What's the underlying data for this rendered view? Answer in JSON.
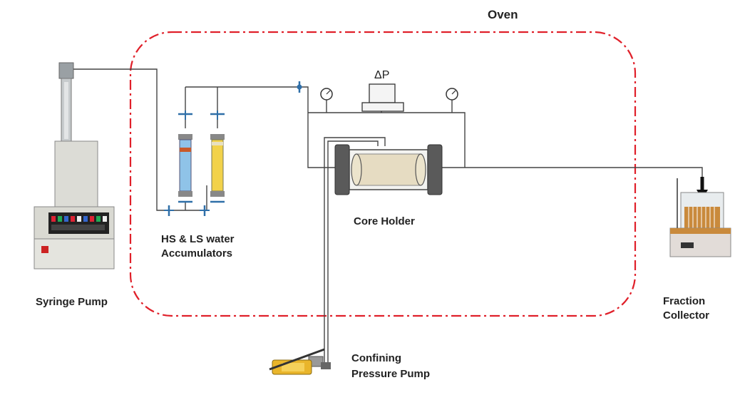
{
  "labels": {
    "oven": "Oven",
    "delta_p": "ΔP",
    "syringe_pump": "Syringe Pump",
    "accumulators_line1": "HS & LS water",
    "accumulators_line2": "Accumulators",
    "core_holder": "Core Holder",
    "fraction_line1": "Fraction",
    "fraction_line2": "Collector",
    "confining_line1": "Confining",
    "confining_line2": "Pressure Pump"
  },
  "colors": {
    "oven_border": "#e0202a",
    "pipe": "#444444",
    "valve": "#2f6fa8",
    "accumulator_hs": "#8fc3e8",
    "accumulator_ls": "#f2d24a",
    "core": "#e6dcc2",
    "end_cap": "#5a5a5a"
  }
}
